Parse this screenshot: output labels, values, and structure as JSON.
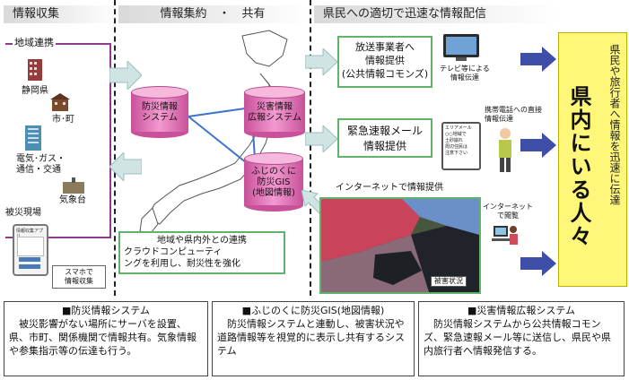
{
  "headers": {
    "col1": "情報収集",
    "col2": "情報集約　・　共有",
    "col3": "県民への適切で迅速な情報配信"
  },
  "collect": {
    "region_title": "地域連携",
    "shizuoka": "静岡県",
    "city": "市･町",
    "utilities": "電気･ガス・",
    "utilities2": "通信・交通",
    "weather": "気象台",
    "site": "被災現場",
    "smartphone_app": "情報収集アプリ",
    "smartphone_caption": "スマホで\n情報収集"
  },
  "hub": {
    "db1": "防災情報\nシステム",
    "db2": "災害情報\n広報システム",
    "db3": "ふじのくに\n防災GIS\n(地図情報)",
    "cooperation_title": "地域や県内外との連携",
    "cooperation_text": "クラウドコンピューティ\nングを利用し、耐災性を強化"
  },
  "distribute": {
    "broadcast": "放送事業者へ\n情報提供\n(公共情報コモンズ)",
    "tv_caption": "テレビ等による\n情報伝達",
    "mail": "緊急速報メール\n情報提供",
    "mobile_caption": "携帯電話への直接\n情報伝達",
    "internet_caption": "インターネットで情報提供",
    "browse_caption": "インターネット\nで閲覧",
    "map_caption": "被害状況",
    "phone_screen": "エリアメール\n○○地域で\n土砂崩れ\n周辺住民は\n注意下さい"
  },
  "target": {
    "side": "県民や旅行者へ情報を迅速に伝達",
    "main": "県内にいる人々"
  },
  "bottom": [
    {
      "title": "■防災情報システム",
      "text": "被災影響がない場所にサーバを設置、県、市町、関係機関で情報共有。気象情報や参集指示等の伝達も行う。"
    },
    {
      "title": "■ふじのくに防災GIS(地図情報)",
      "text": "防災情報システムと連動し、被害状況や道路情報等を視覚的に表示し共有するシステム"
    },
    {
      "title": "■災害情報広報システム",
      "text": "防災情報システムから公共情報コモンズ、緊急速報メール等に送信し、県民や県内旅行者へ情報発信する。"
    }
  ]
}
